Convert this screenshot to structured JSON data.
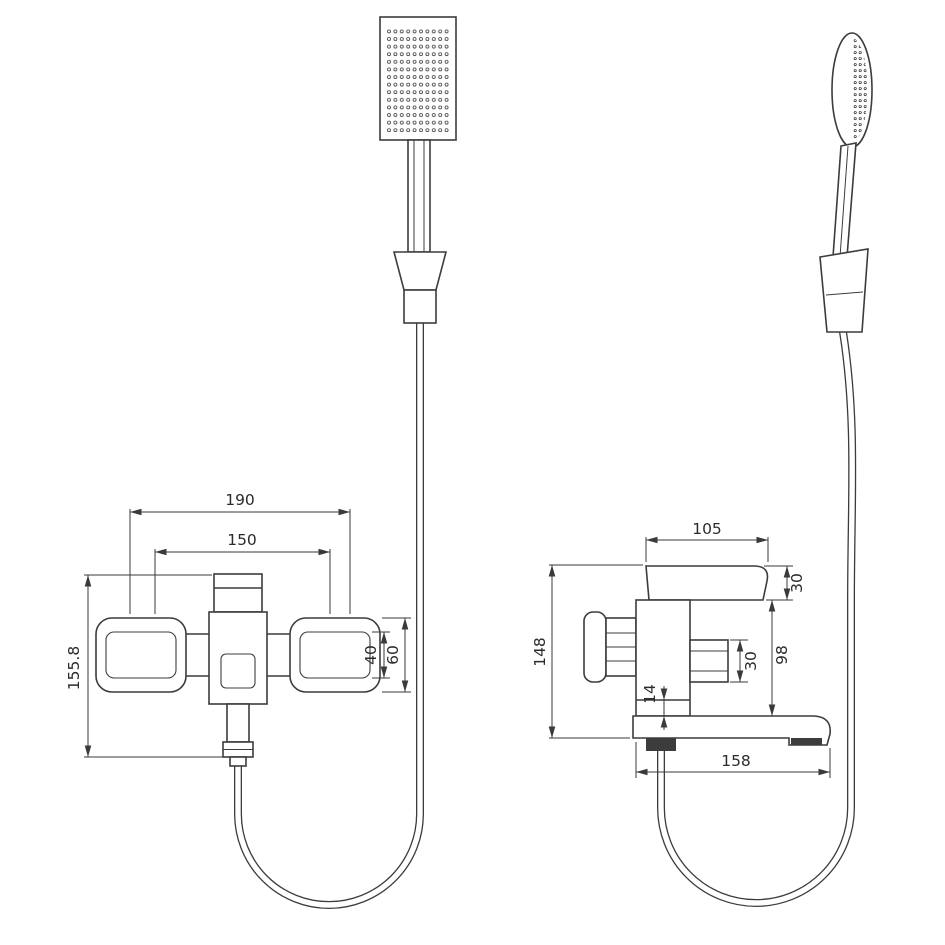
{
  "colors": {
    "line": "#3c3c3c",
    "dim": "#3a3a3a",
    "background": "#ffffff"
  },
  "views": {
    "front": {
      "dims": {
        "overall_width": "190",
        "centers_width": "150",
        "overall_height": "155.8",
        "union_inner_height": "40",
        "union_outer_height": "60"
      }
    },
    "side": {
      "dims": {
        "handle_length": "105",
        "handle_height": "30",
        "overall_height": "148",
        "outlet_offset": "14",
        "diverter_height": "30",
        "body_height": "98",
        "spout_reach": "158"
      }
    }
  }
}
